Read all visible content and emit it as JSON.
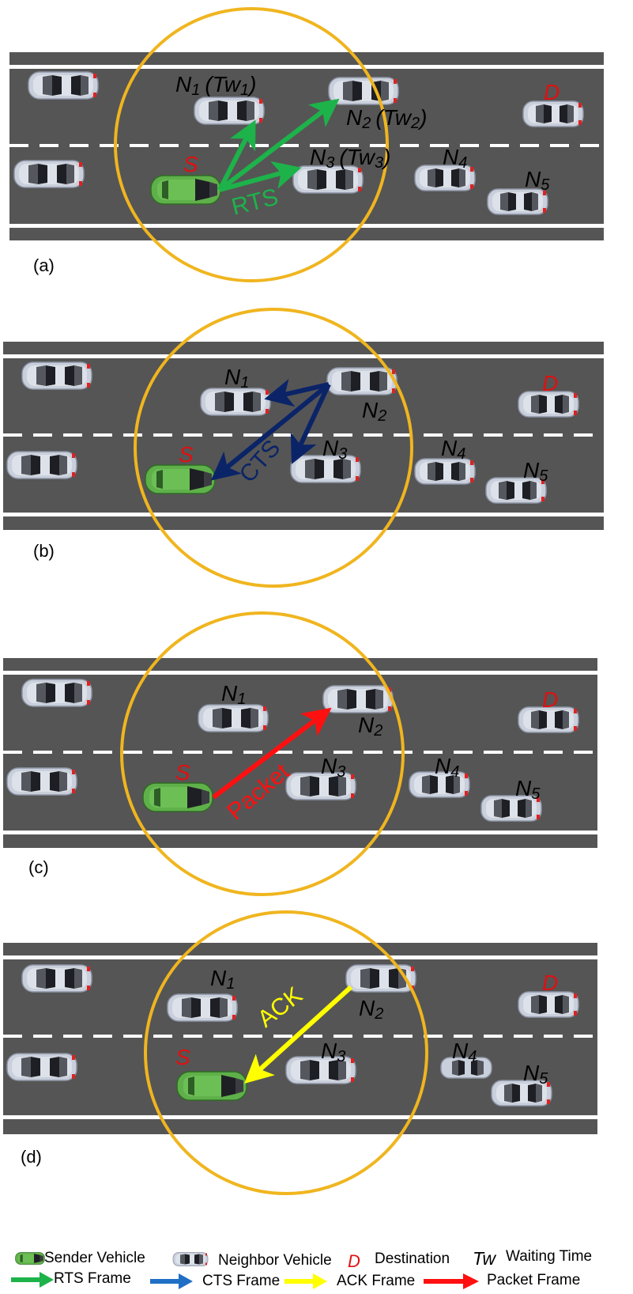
{
  "nodes": {
    "s": "S",
    "d": "D",
    "n1": {
      "main": "N",
      "sub": "1"
    },
    "n2": {
      "main": "N",
      "sub": "2"
    },
    "n3": {
      "main": "N",
      "sub": "3"
    },
    "n4": {
      "main": "N",
      "sub": "4"
    },
    "n5": {
      "main": "N",
      "sub": "5"
    },
    "tw1": {
      "pre": "(Tw",
      "sub": "1",
      "post": ")"
    },
    "tw2": {
      "pre": "(Tw",
      "sub": "2",
      "post": ")"
    },
    "tw3": {
      "pre": "(Tw",
      "sub": "3",
      "post": ")"
    }
  },
  "panels": [
    {
      "label": "(a)",
      "message": "RTS"
    },
    {
      "label": "(b)",
      "message": "CTS"
    },
    {
      "label": "(c)",
      "message": "Packet"
    },
    {
      "label": "(d)",
      "message": "ACK"
    }
  ],
  "legend": {
    "sender": "Sender Vehicle",
    "neighbor": "Neighbor Vehicle",
    "destination_symbol": "D",
    "destination": "Destination",
    "tw_symbol": "Tw",
    "waiting": "Waiting Time",
    "rts": "RTS Frame",
    "cts": "CTS Frame",
    "ack": "ACK Frame",
    "packet": "Packet Frame"
  },
  "colors": {
    "road": "#555555",
    "lane_line": "#ffffff",
    "range_circle": "#f0b51f",
    "sender_car": "#5fb04a",
    "neighbor_car": "#c9cfdb",
    "rts": "#1db34a",
    "cts": "#0b2468",
    "cts_legend": "#1f6fc4",
    "packet": "#ff1010",
    "ack": "#ffff00",
    "label_red": "#e01010"
  }
}
